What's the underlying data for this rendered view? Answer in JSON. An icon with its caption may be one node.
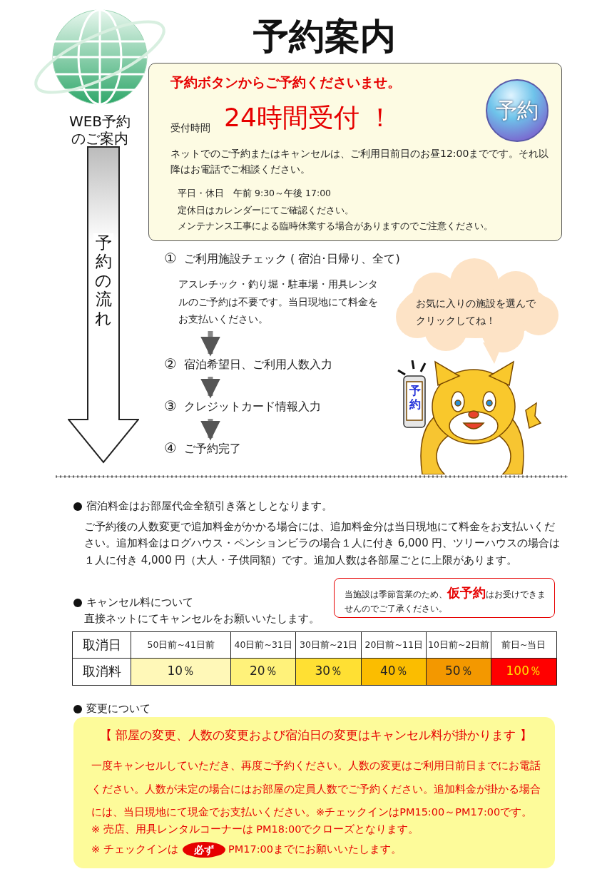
{
  "diagram": {
    "title": "予約案内",
    "nodes": [
      {
        "text": [
          "予約ボタンからご予約くださいませ。",
          "受付時間",
          "24時間受付 ！",
          "ネットでのご予約またはキャンセルは、ご利用日前日のお昼12:00までです。それ以降はお電話でご相談ください。",
          "平日・休日　午前 9:30～午後 17:00",
          "定休日はカレンダーにてご確認ください。",
          "メンテナンス工事による臨時休業する場合がありますのでご注意ください。"
        ]
      },
      {
        "text": [
          "予約"
        ],
        "in": 0
      },
      {
        "text": [
          "WEB予約のご案内"
        ]
      },
      {
        "text": [
          "予約の流れ"
        ]
      },
      {
        "text": [
          "①",
          "ご利用施設チェック ( 宿泊･日帰り、全て)",
          "アスレチック・釣り堀・駐車場・用具レンタルのご予約は不要です。当日現地にて料金をお支払いください。"
        ]
      },
      {
        "text": [
          "②",
          "宿泊希望日、ご利用人数入力"
        ]
      },
      {
        "text": [
          "③",
          "クレジットカード情報入力"
        ]
      },
      {
        "text": [
          "④",
          "ご予約完了"
        ]
      },
      {
        "text": [
          "お気に入りの施設を選んでクリックしてね！"
        ]
      },
      {
        "text": [
          "当施設は季節営業のため、**仮予約**はお受けできませんのでご了承ください。"
        ]
      },
      {
        "text": [
          "【 部屋の変更、人数の変更および宿泊日の変更はキャンセル料が掛かります 】",
          "一度キャンセルしていただき、再度ご予約ください。人数の変更はご利用日前日までにお電話ください。人数が未定の場合にはお部屋の定員人数でご予約ください。追加料金が掛かる場合には、当日現地にて現金でお支払いください。※チェックインはPM15:00～PM17:00です。",
          "※ 売店、用具レンタルコーナーは PM18:00でクローズとなります。",
          "※ チェックインは",
          "PM17:00までにお願いいたします。"
        ]
      },
      {
        "text": [
          "必ず"
        ],
        "in": 10
      }
    ],
    "edges": [
      {
        "from": 4,
        "to": 5,
        "arrow": "to"
      },
      {
        "from": 5,
        "to": 6,
        "arrow": "to"
      },
      {
        "from": 6,
        "to": 7,
        "arrow": "to"
      }
    ],
    "labels": [
      "予約",
      "宿泊料金はお部屋代金全額引き落としとなります。",
      "ご予約後の人数変更で追加料金がかかる場合には、追加料金分は当日現地にて料金をお支払いください。追加料金はログハウス・ペンションビラの場合１人に付き 6,000 円、ツリーハウスの場合は１人に付き 4,000 円（大人・子供同額）です。追加人数は各部屋ごとに上限があります。",
      "キャンセル料について",
      "直接ネットにてキャンセルをお願いいたします。",
      "取消日",
      "50日前~41日前",
      "40日前~31日前",
      "30日前~21日前",
      "20日前~11日前",
      "10日前~2日前",
      "前日~当日",
      "取消料",
      "10％",
      "20％",
      "30％",
      "40％",
      "50％",
      "100％",
      "変更について"
    ]
  }
}
